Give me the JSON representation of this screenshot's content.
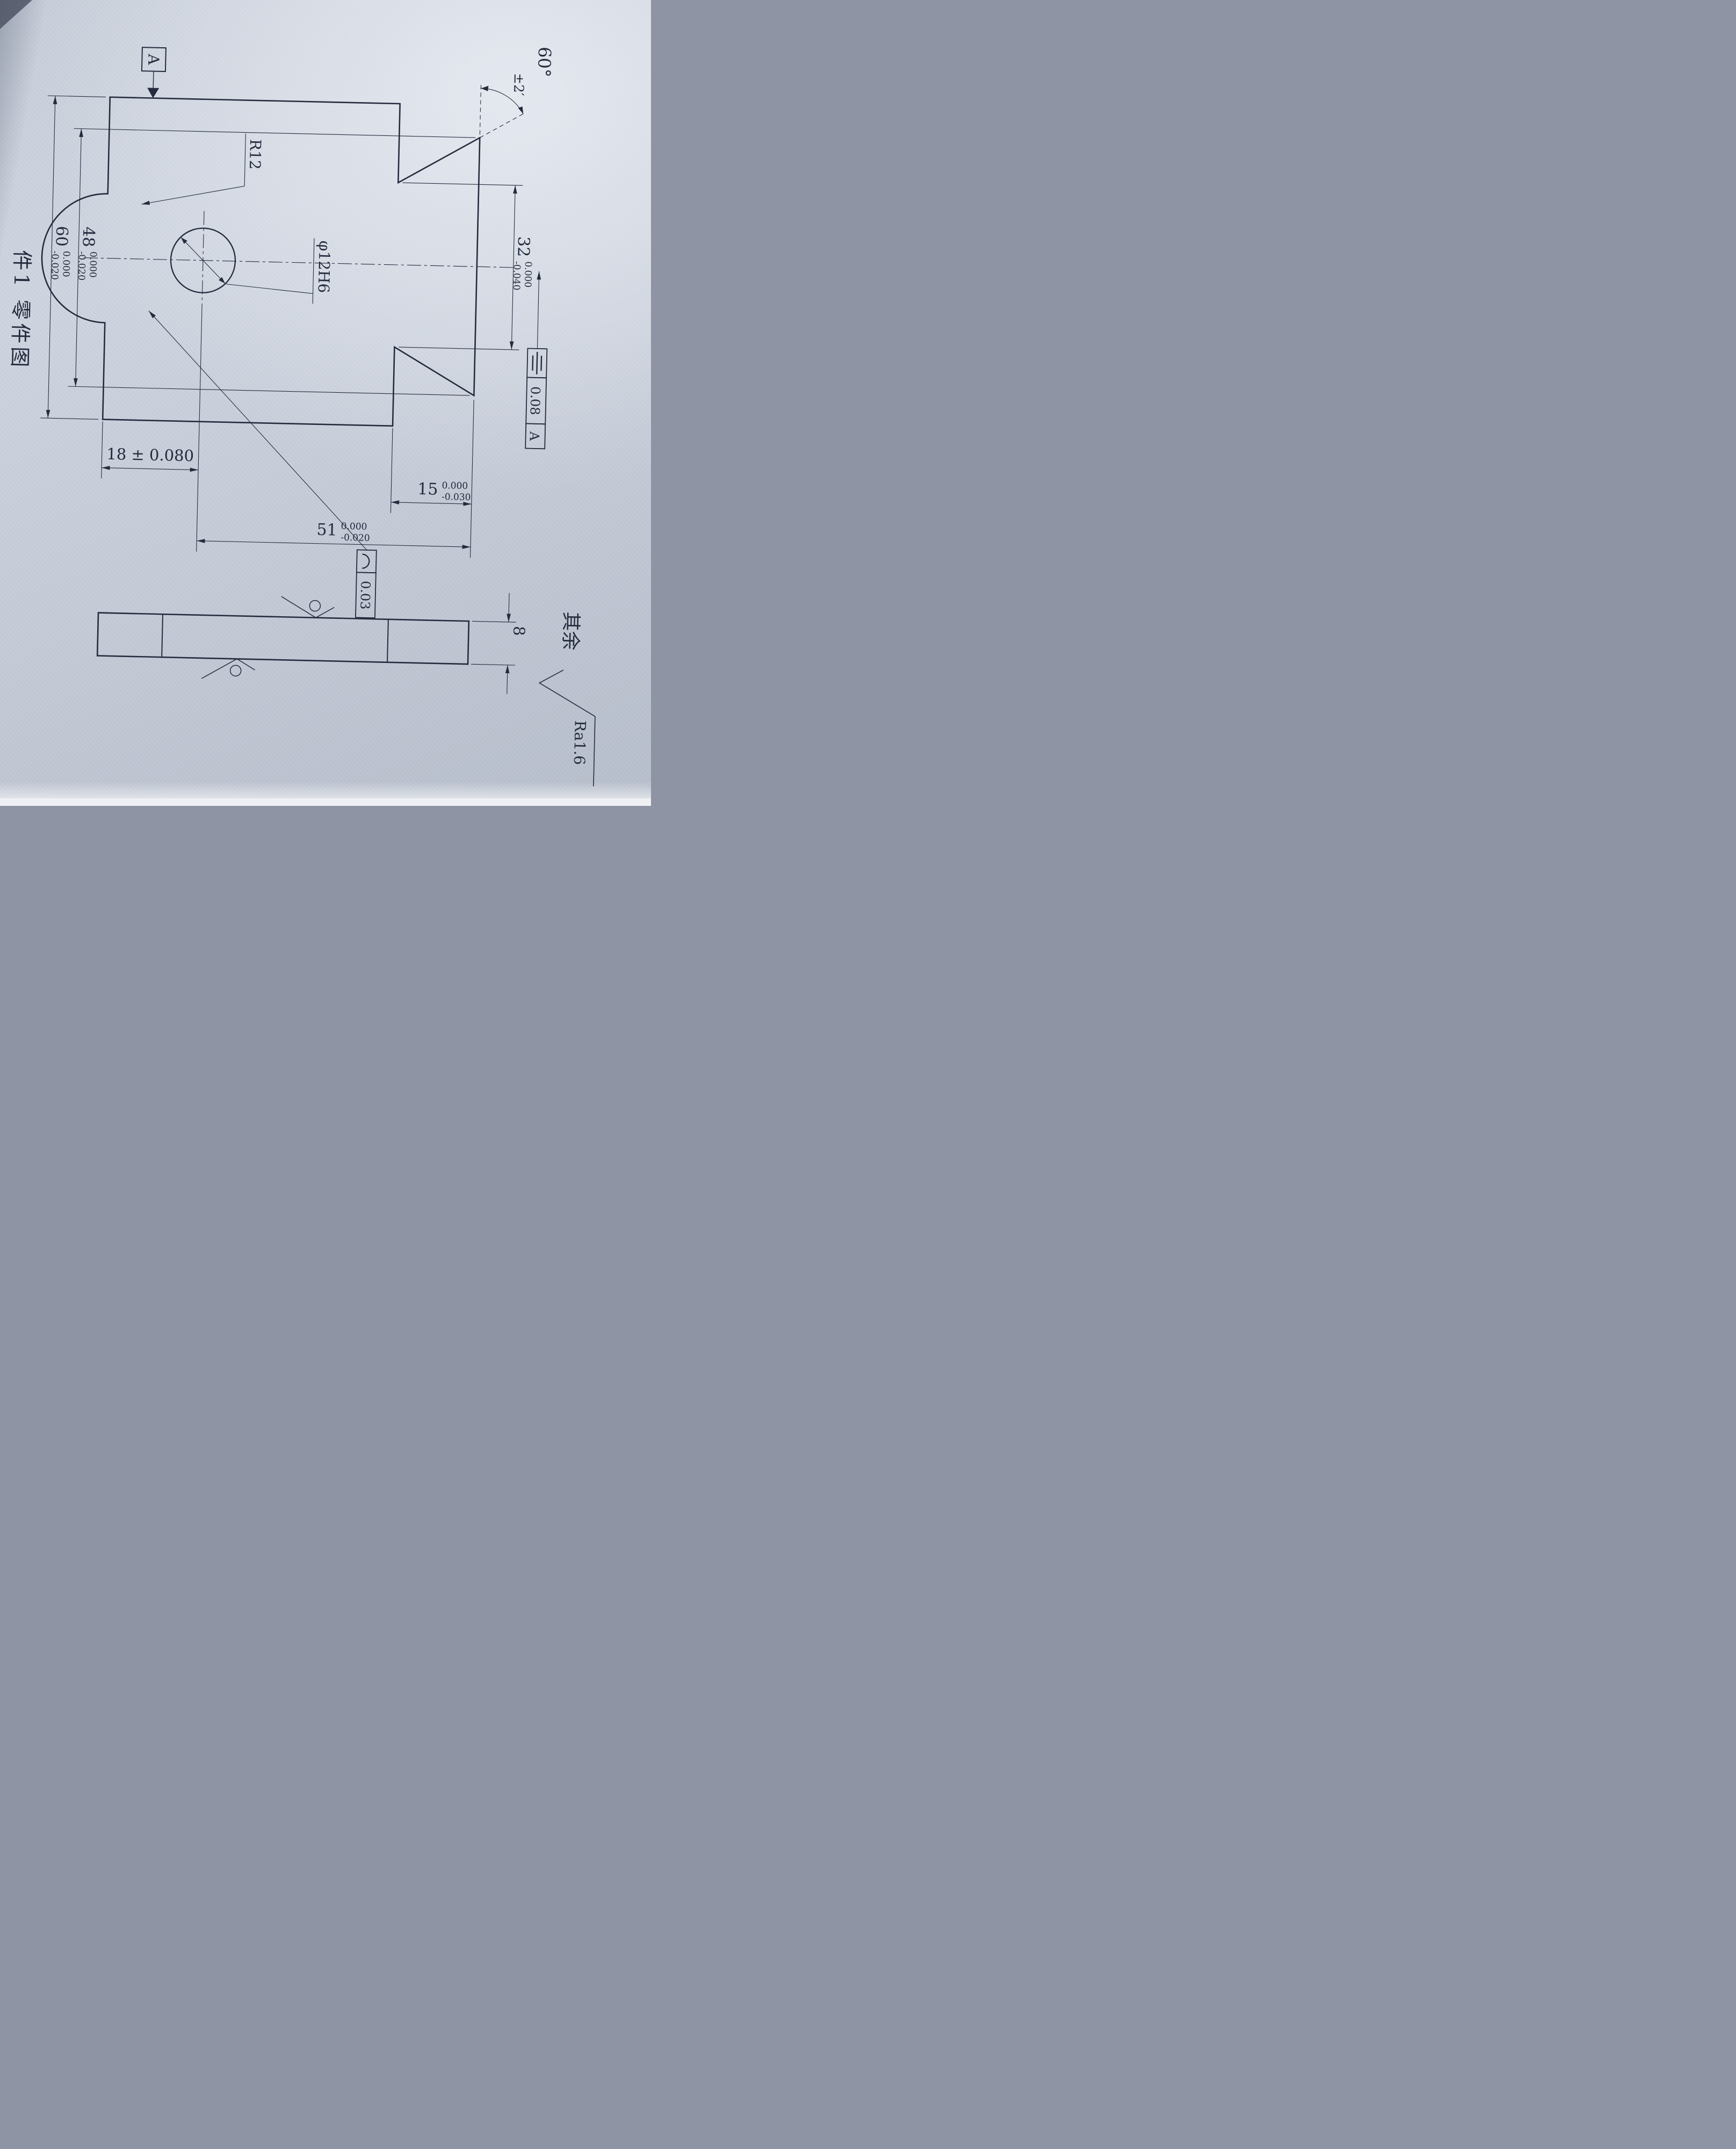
{
  "title_block": {
    "caption": "件1 零件图"
  },
  "general_note": {
    "rest_label": "其余",
    "roughness": "Ra1.6"
  },
  "datum": {
    "label": "A"
  },
  "angle_dim": {
    "value": "60°",
    "tolerance": "±2′"
  },
  "dims": {
    "opening_32": {
      "nominal": "32",
      "upper": "0.000",
      "lower": "-0.040"
    },
    "width_48": {
      "nominal": "48",
      "upper": "0.000",
      "lower": "-0.020"
    },
    "width_60": {
      "nominal": "60",
      "upper": "0.000",
      "lower": "-0.020"
    },
    "depth_15": {
      "nominal": "15",
      "upper": "0.000",
      "lower": "-0.030"
    },
    "height_51": {
      "nominal": "51",
      "upper": "0.000",
      "lower": "-0.020"
    },
    "hole_pos_18": {
      "nominal": "18 ± 0.080"
    },
    "thickness_8": {
      "nominal": "8"
    },
    "radius": {
      "label": "R12"
    },
    "hole": {
      "label": "φ12H6"
    }
  },
  "feature_control": {
    "symmetry": {
      "symbol": "symmetry",
      "value": "0.08",
      "datum": "A"
    },
    "profile": {
      "symbol": "profile-of-a-line",
      "value": "0.03"
    }
  },
  "colors": {
    "ink": "#242b3d",
    "paper": "#c9cfda"
  }
}
